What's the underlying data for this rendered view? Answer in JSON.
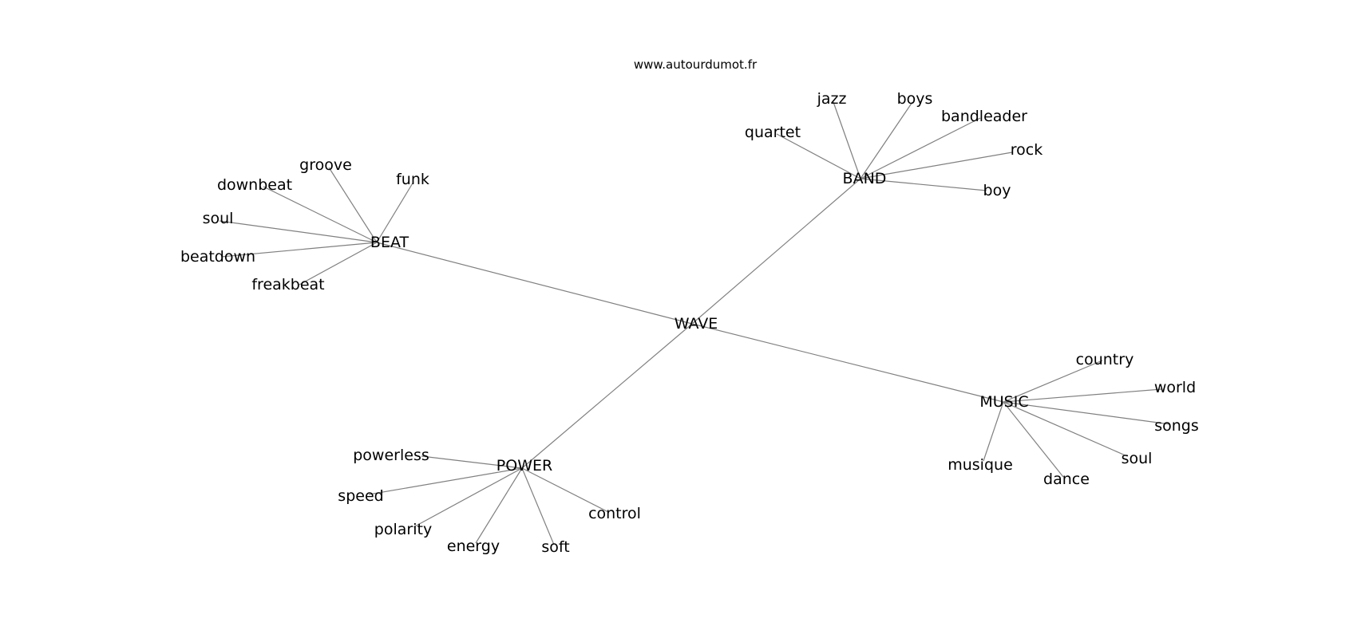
{
  "watermark": "www.autourdumot.fr",
  "colors": {
    "edge": "#808080",
    "text": "#000000",
    "background": "#ffffff"
  },
  "graph": {
    "center": {
      "id": "wave",
      "label": "WAVE"
    },
    "hubs": [
      {
        "id": "beat",
        "label": "BEAT",
        "leaves": [
          "groove",
          "funk",
          "downbeat",
          "soul",
          "beatdown",
          "freakbeat"
        ]
      },
      {
        "id": "band",
        "label": "BAND",
        "leaves": [
          "jazz",
          "boys",
          "bandleader",
          "quartet",
          "rock",
          "boy"
        ]
      },
      {
        "id": "music",
        "label": "MUSIC",
        "leaves": [
          "country",
          "world",
          "songs",
          "soul",
          "dance",
          "musique"
        ]
      },
      {
        "id": "power",
        "label": "POWER",
        "leaves": [
          "powerless",
          "speed",
          "polarity",
          "energy",
          "soft",
          "control"
        ]
      }
    ]
  }
}
